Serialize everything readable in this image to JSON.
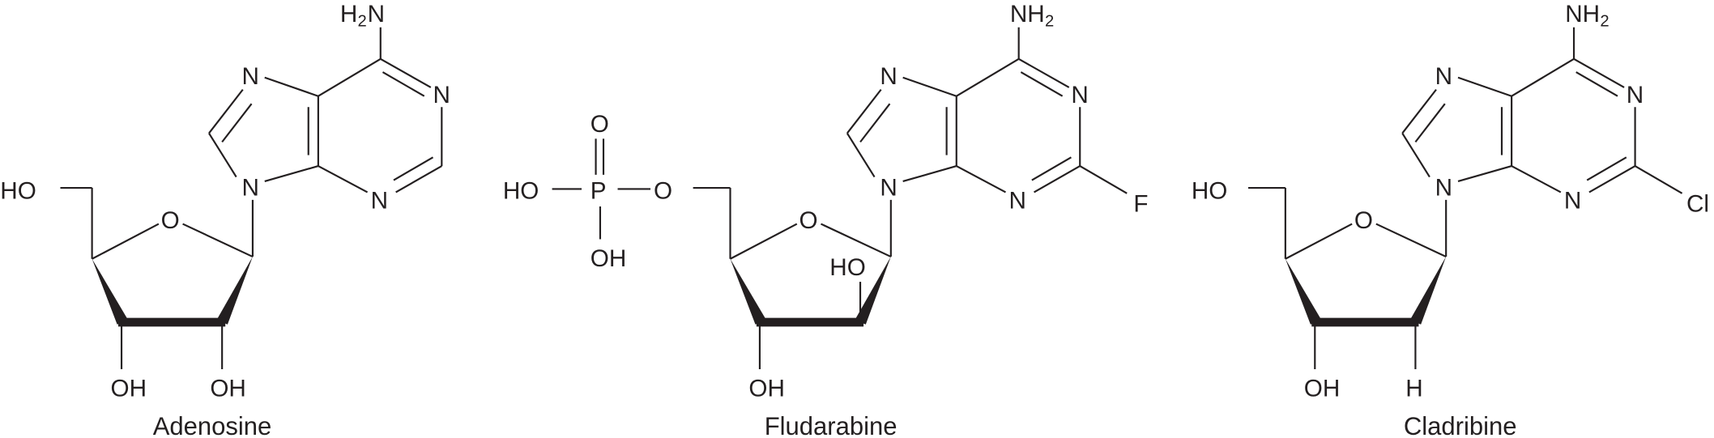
{
  "molecules": [
    {
      "name": "Adenosine",
      "atoms": {
        "amine": "H",
        "amine_sub": "2",
        "amine_n": "N",
        "n1": "N",
        "n3": "N",
        "n7": "N",
        "n9": "N",
        "o_ring": "O",
        "ho5": "HO",
        "oh3": "OH",
        "oh2": "OH"
      }
    },
    {
      "name": "Fludarabine",
      "atoms": {
        "amine": "NH",
        "amine_sub": "2",
        "n1": "N",
        "n3": "N",
        "n7": "N",
        "n9": "N",
        "o_ring": "O",
        "ho2": "HO",
        "oh3": "OH",
        "substituent": "F",
        "o5": "O",
        "p": "P",
        "p_ho": "HO",
        "p_o": "O",
        "p_oh": "OH"
      }
    },
    {
      "name": "Cladribine",
      "atoms": {
        "amine": "NH",
        "amine_sub": "2",
        "n1": "N",
        "n3": "N",
        "n7": "N",
        "n9": "N",
        "o_ring": "O",
        "ho5": "HO",
        "oh3": "OH",
        "h2": "H",
        "substituent": "Cl"
      }
    }
  ]
}
